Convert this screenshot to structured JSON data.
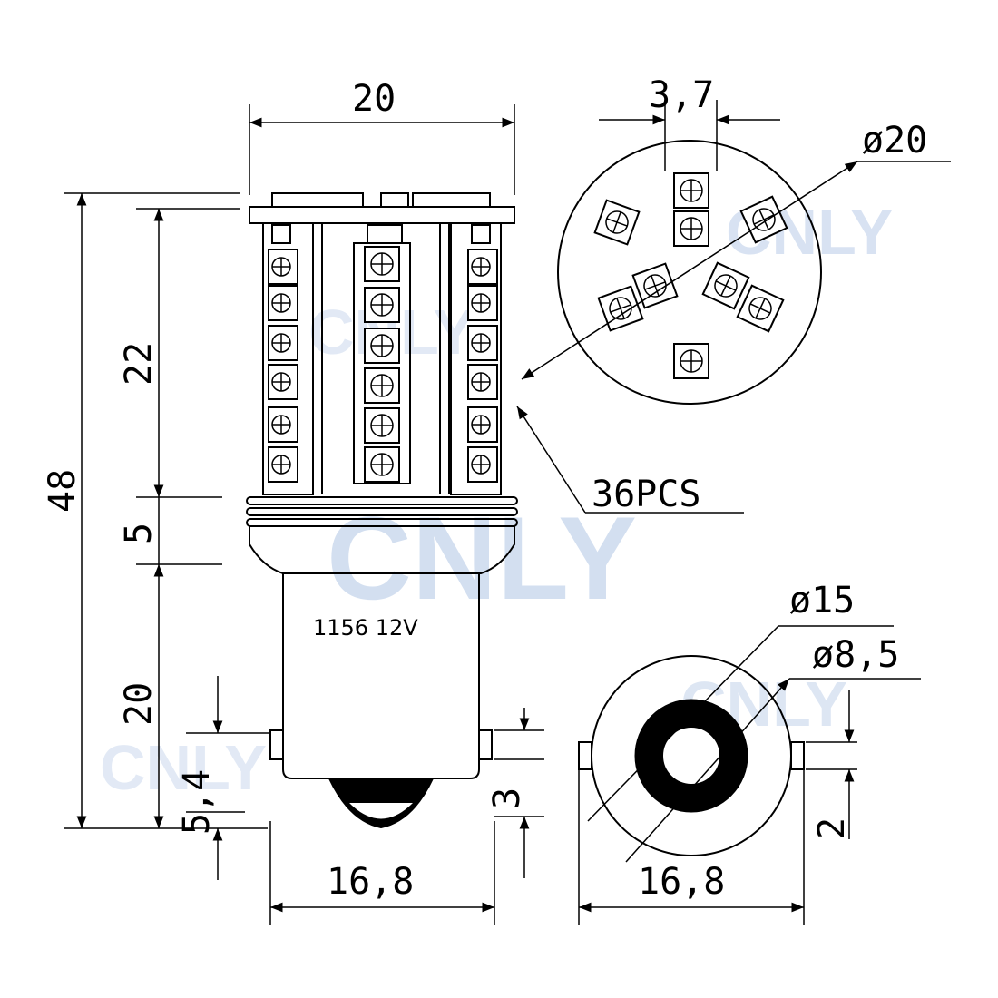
{
  "dimensions": {
    "top_width": "20",
    "top_led_width": "3,7",
    "top_diameter": "ø20",
    "total_height": "48",
    "led_section_height": "22",
    "collar_height": "5",
    "base_height": "20",
    "pin_offset": "5,4",
    "pin_height": "3",
    "base_width_side": "16,8",
    "base_width_bottom": "16,8",
    "bottom_outer_diameter": "ø15",
    "bottom_contact_diameter": "ø8,5",
    "bottom_pin_height": "2"
  },
  "labels": {
    "led_count": "36PCS",
    "base_marking": "1156 12V"
  },
  "watermark": {
    "text": "CNLY"
  }
}
